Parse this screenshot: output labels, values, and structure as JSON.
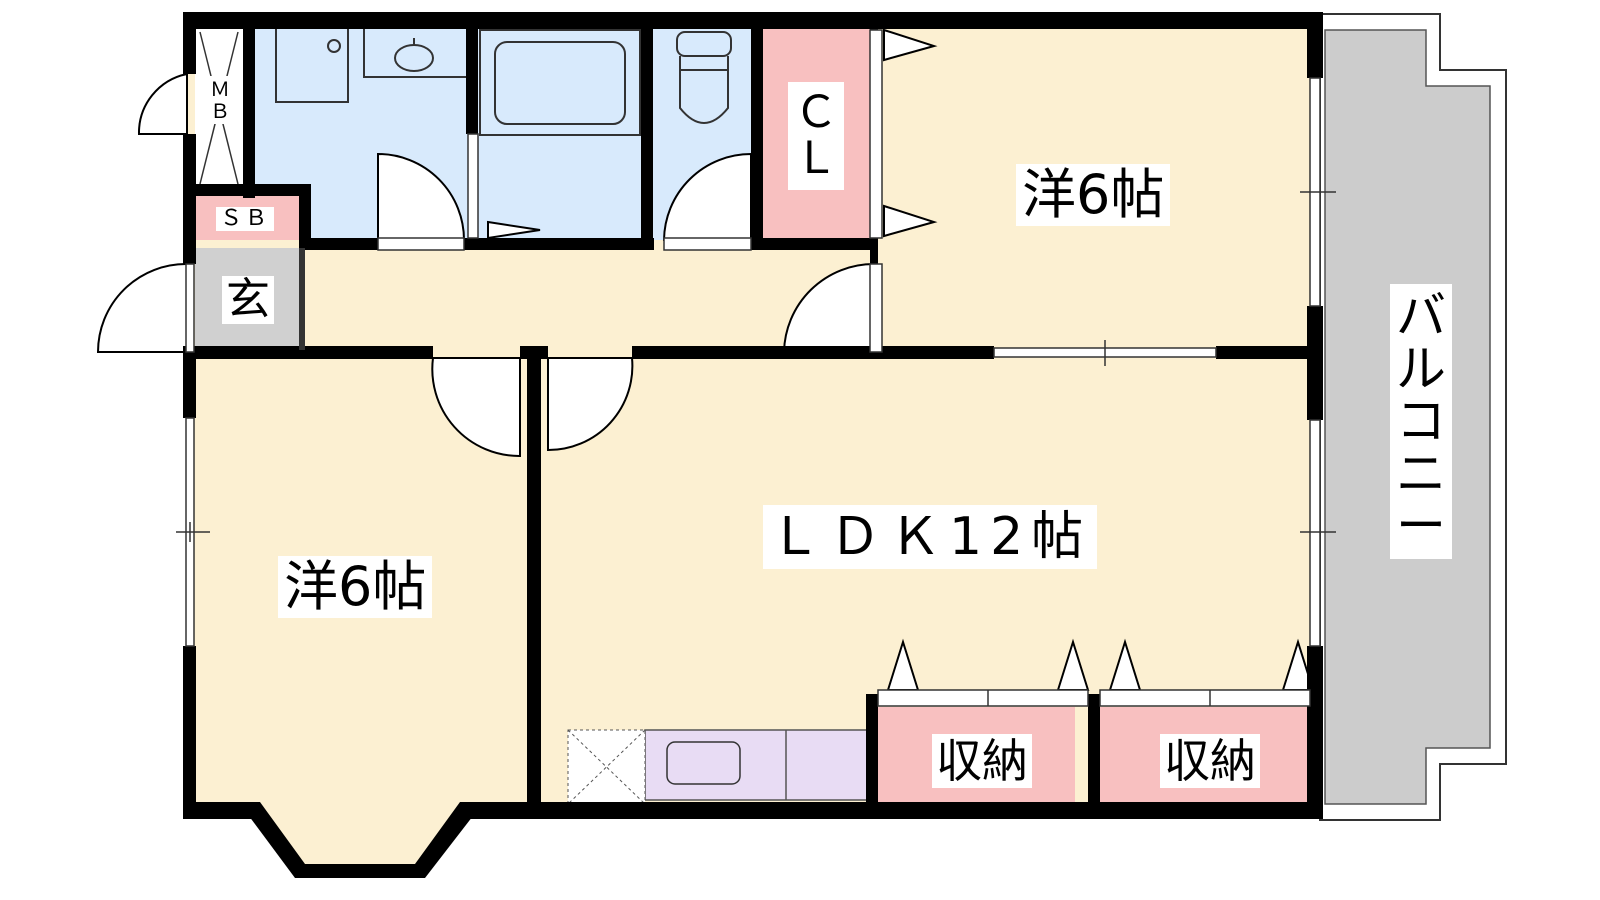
{
  "rooms": {
    "western_upper": {
      "label": "洋6帖"
    },
    "western_lower": {
      "label": "洋6帖"
    },
    "ldk": {
      "label": "ＬＤＫ12帖"
    },
    "storage_left": {
      "label": "収納"
    },
    "storage_right": {
      "label": "収納"
    },
    "closet": {
      "label": "ＣＬ"
    },
    "shoe_box": {
      "label": "ＳＢ"
    },
    "entrance": {
      "label": "玄"
    },
    "meter_box": {
      "label": "ＭＢ"
    },
    "balcony": {
      "label": "バルコニー"
    }
  },
  "colors": {
    "wall": "#000000",
    "room_floor": "#fcf0d2",
    "wet_area": "#d8eafc",
    "closet": "#f8c0c0",
    "entrance_floor": "#d0d0d0",
    "balcony": "#cccccc",
    "kitchen": "#e8dcf4"
  }
}
